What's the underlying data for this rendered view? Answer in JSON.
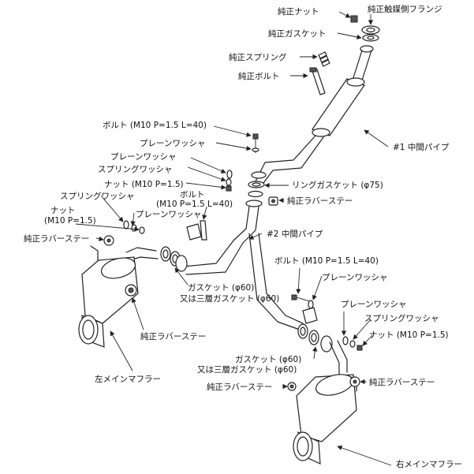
{
  "labels": {
    "oem_nut_top": "純正ナット",
    "cat_flange": "純正触媒側フランジ",
    "oem_gasket": "純正ガスケット",
    "oem_spring": "純正スプリング",
    "oem_bolt": "純正ボルト",
    "mid_pipe_1": "#1 中間パイプ",
    "bolt_upper": "ボルト (M10 P=1.5 L=40)",
    "plain_washer_upper": "プレーンワッシャ",
    "plain_washer_left": "プレーンワッシャ",
    "spring_washer_left": "スプリングワッシャ",
    "nut_left": "ナット (M10 P=1.5)",
    "ring_gasket": "リングガスケット (φ75)",
    "oem_rubber_stay_center": "純正ラバーステー",
    "spring_washer_far": "スプリングワッシャ",
    "bolt_mid_1": "ボルト",
    "bolt_mid_2": "(M10 P=1.5 L=40)",
    "nut_far_1": "ナット",
    "nut_far_2": "(M10 P=1.5)",
    "plain_washer_mid": "プレーンワッシャ",
    "oem_rubber_stay_left": "純正ラバーステー",
    "mid_pipe_2": "#2 中間パイプ",
    "gasket_left_1": "ガスケット (φ60)",
    "gasket_left_2": "又は三層ガスケット (φ60)",
    "oem_rubber_stay_left_low": "純正ラバーステー",
    "left_main_muffler": "左メインマフラー",
    "bolt_right": "ボルト (M10 P=1.5 L=40)",
    "plain_washer_right": "プレーンワッシャ",
    "plain_washer_right2": "プレーンワッシャ",
    "spring_washer_right": "スプリングワッシャ",
    "nut_right": "ナット (M10 P=1.5)",
    "gasket_right_1": "ガスケット (φ60)",
    "gasket_right_2": "又は三層ガスケット (φ60)",
    "oem_rubber_stay_bottom": "純正ラバーステー",
    "oem_rubber_stay_right": "純正ラバーステー",
    "right_main_muffler": "右メインマフラー"
  }
}
